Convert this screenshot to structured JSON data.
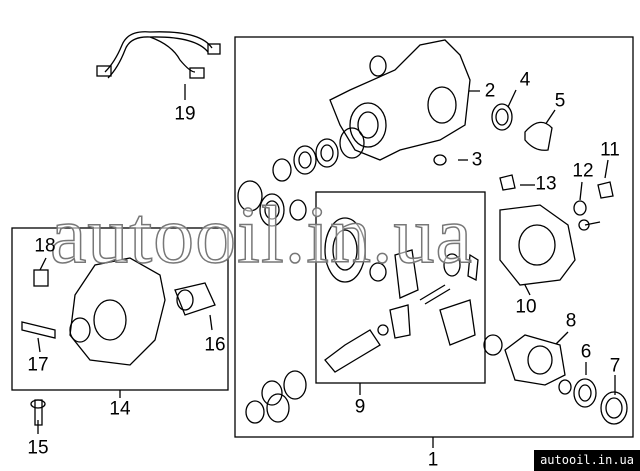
{
  "callouts": [
    "1",
    "2",
    "3",
    "4",
    "5",
    "6",
    "7",
    "8",
    "9",
    "10",
    "11",
    "12",
    "13",
    "14",
    "15",
    "16",
    "17",
    "18",
    "19"
  ],
  "watermark": "autooil.in.ua",
  "site_badge": "autooil.in.ua"
}
